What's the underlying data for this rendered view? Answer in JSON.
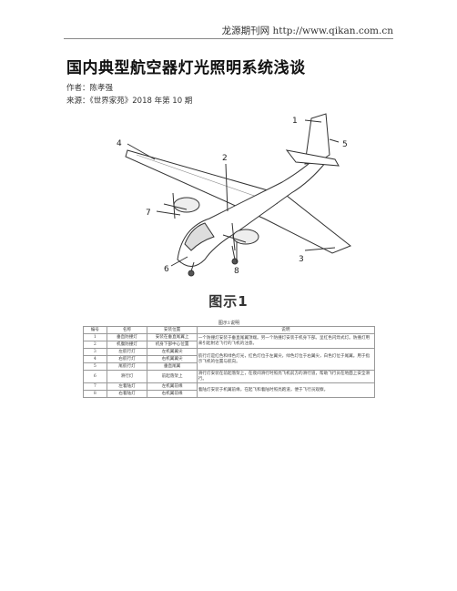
{
  "header": {
    "site": "龙源期刊网 http://www.qikan.com.cn"
  },
  "article": {
    "title": "国内典型航空器灯光照明系统浅谈",
    "author": "作者：陈孝强",
    "source": "来源：《世界家苑》2018 年第 10 期"
  },
  "figure": {
    "callouts": [
      "1",
      "2",
      "3",
      "4",
      "5",
      "6",
      "7",
      "8"
    ],
    "caption": "图示1"
  },
  "table": {
    "caption": "图示1说明",
    "headers": [
      "编号",
      "名称",
      "安装位置",
      "说明"
    ],
    "rows": [
      {
        "no": "1",
        "name": "垂直防撞灯",
        "position": "安装在垂直尾翼上",
        "desc": "一个防撞灯安装于垂直尾翼顶端。另一个防撞灯安装于机身下部。呈红色闪烁式灯。防撞灯用来引起附近飞行的飞机的注意。"
      },
      {
        "no": "2",
        "name": "机腹防撞灯",
        "position": "机身下部中心位置",
        "desc": ""
      },
      {
        "no": "3",
        "name": "左航行灯",
        "position": "左机翼翼尖",
        "desc": "航行灯是红色和绿色灯光，红色灯位于左翼尖，绿色灯位于右翼尖，白色灯位于尾翼。用于指示飞机的位置与航向。"
      },
      {
        "no": "4",
        "name": "右航行灯",
        "position": "右机翼翼尖",
        "desc": ""
      },
      {
        "no": "5",
        "name": "尾航行灯",
        "position": "垂直尾翼",
        "desc": ""
      },
      {
        "no": "6",
        "name": "滑行灯",
        "position": "前起落架上",
        "desc": "滑行灯安装在前起落架上，在夜间滑行时照亮飞机前方的滑行道，帮助飞行员在地面上安全滑行。"
      },
      {
        "no": "7",
        "name": "左着陆灯",
        "position": "左机翼前缘",
        "desc": "着陆灯安装于机翼前缘，在起飞和着陆时照亮跑道，便于飞行员观察。"
      },
      {
        "no": "8",
        "name": "右着陆灯",
        "position": "右机翼前缘",
        "desc": ""
      }
    ]
  }
}
